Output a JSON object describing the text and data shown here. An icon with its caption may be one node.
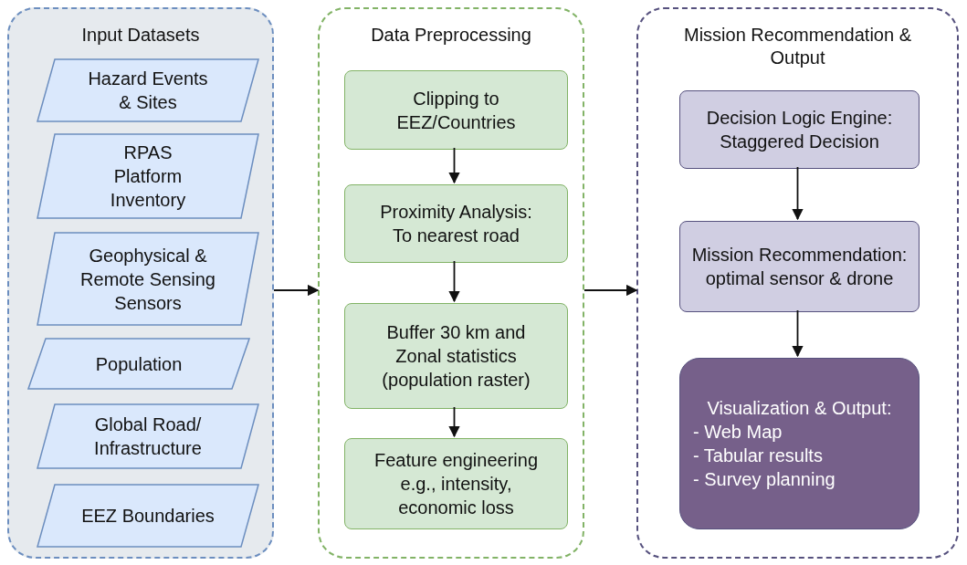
{
  "diagram": {
    "nodes": [
      {
        "text": [
          "Input Datasets"
        ]
      },
      {
        "text": [
          "Hazard Events & Sites"
        ],
        "in": 0
      },
      {
        "text": [
          "RPAS Platform Inventory"
        ],
        "in": 0
      },
      {
        "text": [
          "Geophysical & Remote Sensing Sensors"
        ],
        "in": 0
      },
      {
        "text": [
          "Population"
        ],
        "in": 0
      },
      {
        "text": [
          "Global Road/ Infrastructure"
        ],
        "in": 0
      },
      {
        "text": [
          "EEZ Boundaries"
        ],
        "in": 0
      },
      {
        "text": [
          "Data Preprocessing"
        ]
      },
      {
        "text": [
          "Clipping to EEZ/Countries"
        ],
        "in": 7
      },
      {
        "text": [
          "Proximity Analysis: To nearest road"
        ],
        "in": 7
      },
      {
        "text": [
          "Buffer 30 km and Zonal statistics (population raster)"
        ],
        "in": 7
      },
      {
        "text": [
          "Feature engineering e.g., intensity, economic loss"
        ],
        "in": 7
      },
      {
        "text": [
          "Mission Recommendation & Output"
        ]
      },
      {
        "text": [
          "Decision Logic Engine: Staggered Decision"
        ],
        "in": 12
      },
      {
        "text": [
          "Mission Recommendation: optimal sensor & drone"
        ],
        "in": 12
      },
      {
        "text": [
          "Visualization & Output:",
          "- Web Map",
          "- Tabular results",
          "- Survey planning"
        ],
        "in": 12
      }
    ],
    "edges": [
      {
        "from": 0,
        "to": 7,
        "arrow": "to"
      },
      {
        "from": 7,
        "to": 12,
        "arrow": "to"
      },
      {
        "from": 8,
        "to": 9,
        "arrow": "to"
      },
      {
        "from": 9,
        "to": 10,
        "arrow": "to"
      },
      {
        "from": 10,
        "to": 11,
        "arrow": "to"
      },
      {
        "from": 13,
        "to": 14,
        "arrow": "to"
      },
      {
        "from": 14,
        "to": 15,
        "arrow": "to"
      }
    ]
  }
}
